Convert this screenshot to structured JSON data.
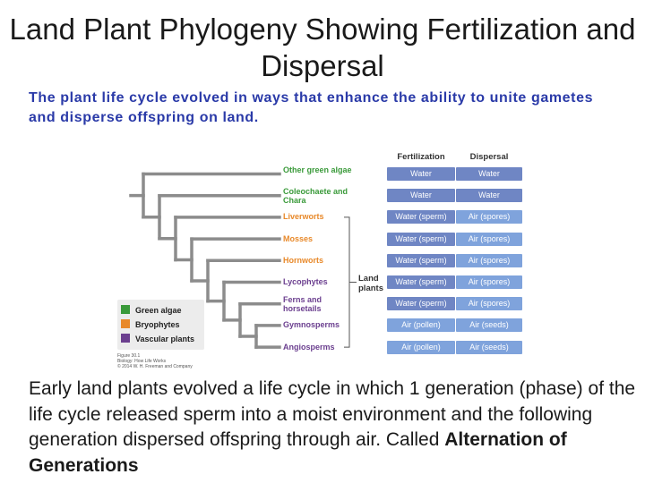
{
  "title": "Land Plant Phylogeny Showing Fertilization and Dispersal",
  "subtitle": "The plant life cycle evolved in ways that enhance the ability to unite gametes and disperse offspring on land.",
  "figure": {
    "col_fertilization": "Fertilization",
    "col_dispersal": "Dispersal",
    "land_plants_label": "Land plants",
    "taxa": [
      {
        "name": "Other green algae",
        "group": "green",
        "fertilization": "Water",
        "dispersal": "Water"
      },
      {
        "name": "Coleochaete and Chara",
        "group": "green",
        "fertilization": "Water",
        "dispersal": "Water"
      },
      {
        "name": "Liverworts",
        "group": "bryo",
        "fertilization": "Water (sperm)",
        "dispersal": "Air (spores)"
      },
      {
        "name": "Mosses",
        "group": "bryo",
        "fertilization": "Water (sperm)",
        "dispersal": "Air (spores)"
      },
      {
        "name": "Hornworts",
        "group": "bryo",
        "fertilization": "Water (sperm)",
        "dispersal": "Air (spores)"
      },
      {
        "name": "Lycophytes",
        "group": "vasc",
        "fertilization": "Water (sperm)",
        "dispersal": "Air (spores)"
      },
      {
        "name": "Ferns and horsetails",
        "group": "vasc",
        "fertilization": "Water (sperm)",
        "dispersal": "Air (spores)"
      },
      {
        "name": "Gymnosperms",
        "group": "vasc",
        "fertilization": "Air (pollen)",
        "dispersal": "Air (seeds)"
      },
      {
        "name": "Angiosperms",
        "group": "vasc",
        "fertilization": "Air (pollen)",
        "dispersal": "Air (seeds)"
      }
    ],
    "legend": [
      {
        "label": "Green algae",
        "color": "#3a9a3a"
      },
      {
        "label": "Bryophytes",
        "color": "#e8892a"
      },
      {
        "label": "Vascular plants",
        "color": "#6b3f8f"
      }
    ],
    "group_colors": {
      "green": "#3a9a3a",
      "bryo": "#e8892a",
      "vasc": "#6b3f8f"
    },
    "tree_color": "#8c8c8c",
    "credit_lines": [
      "Figure 30.1",
      "Biology: How Life Works",
      "© 2014 W. H. Freeman and Company"
    ]
  },
  "body": {
    "text": "Early land plants evolved a life cycle in which 1 generation (phase) of the life cycle released sperm into a moist environment and the following generation dispersed offspring through air. Called ",
    "bold": "Alternation of Generations"
  }
}
